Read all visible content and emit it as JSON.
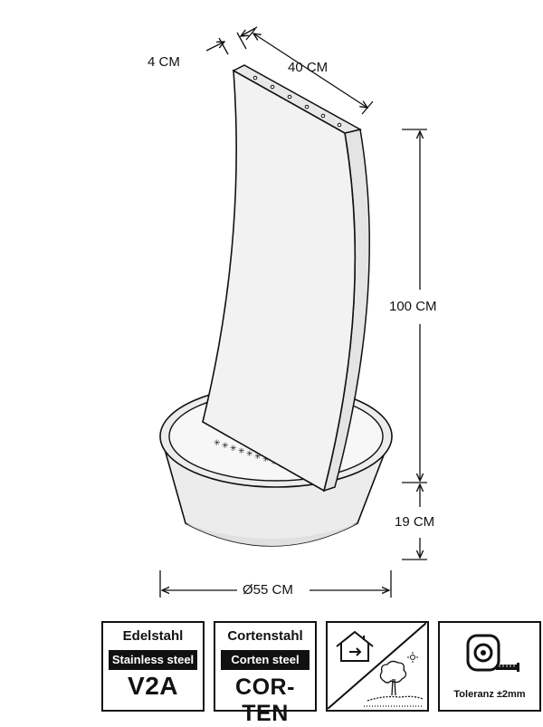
{
  "dimensions": {
    "thickness": "4 CM",
    "width": "40 CM",
    "height": "100 CM",
    "basin_height": "19 CM",
    "diameter": "Ø55 CM"
  },
  "badges": {
    "stainless": {
      "title": "Edelstahl",
      "subtitle": "Stainless steel",
      "code": "V2A"
    },
    "corten": {
      "title": "Cortenstahl",
      "subtitle": "Corten steel",
      "code": "COR-TEN"
    },
    "indoor_outdoor": {
      "icons": [
        "house-icon",
        "sun-icon",
        "tree-icon"
      ]
    },
    "tolerance": {
      "label": "Toleranz ±2mm",
      "icon": "tape-measure-icon"
    }
  },
  "colors": {
    "stroke": "#111111",
    "panel_fill": "#f2f2f2",
    "basin_fill": "#ececec",
    "water_fill": "#f7f7f7"
  }
}
